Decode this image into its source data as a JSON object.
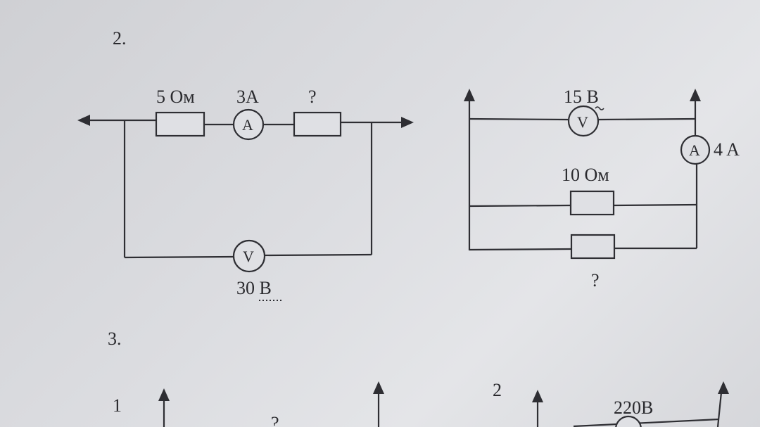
{
  "problems": [
    {
      "number": "2.",
      "circuit_a": {
        "resistor1_label": "5 Ом",
        "ammeter_label": "3A",
        "resistor2_label": "?",
        "ammeter_symbol": "A",
        "voltmeter_symbol": "V",
        "voltmeter_label": "30 B"
      },
      "circuit_b": {
        "voltmeter_label": "15 B",
        "voltmeter_symbol": "V",
        "ammeter_symbol": "A",
        "ammeter_label": "4 A",
        "resistor1_label": "10 Ом",
        "resistor2_label": "?"
      }
    },
    {
      "number": "3.",
      "sub1_number": "1",
      "sub1_label": "?",
      "sub2_number": "2",
      "sub2_label": "220B"
    }
  ]
}
